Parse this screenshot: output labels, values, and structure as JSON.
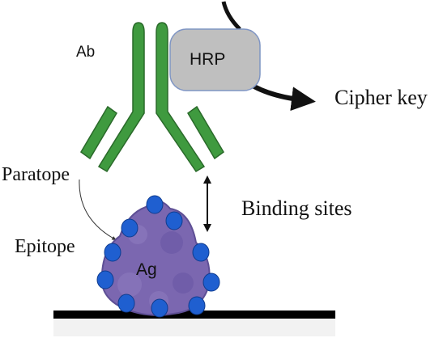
{
  "labels": {
    "antibody": "Ab",
    "enzyme": "HRP",
    "output": "Cipher key",
    "paratope": "Paratope",
    "epitope": "Epitope",
    "binding_sites": "Binding sites",
    "antigen": "Ag"
  },
  "colors": {
    "antibody_fill": "#3f9a3f",
    "antibody_stroke": "#2a6a2a",
    "hrp_fill": "#bfbfbf",
    "hrp_stroke": "#7f95c4",
    "antigen_fill": "#7b67b0",
    "antigen_dark": "#5e4f95",
    "epitope_dot": "#1f5fd0",
    "arrow": "#111111",
    "surface": "#000000"
  },
  "icons": {
    "antibody": "y-shaped-antibody-icon",
    "antigen": "antigen-blob-icon",
    "surface": "substrate-surface"
  }
}
